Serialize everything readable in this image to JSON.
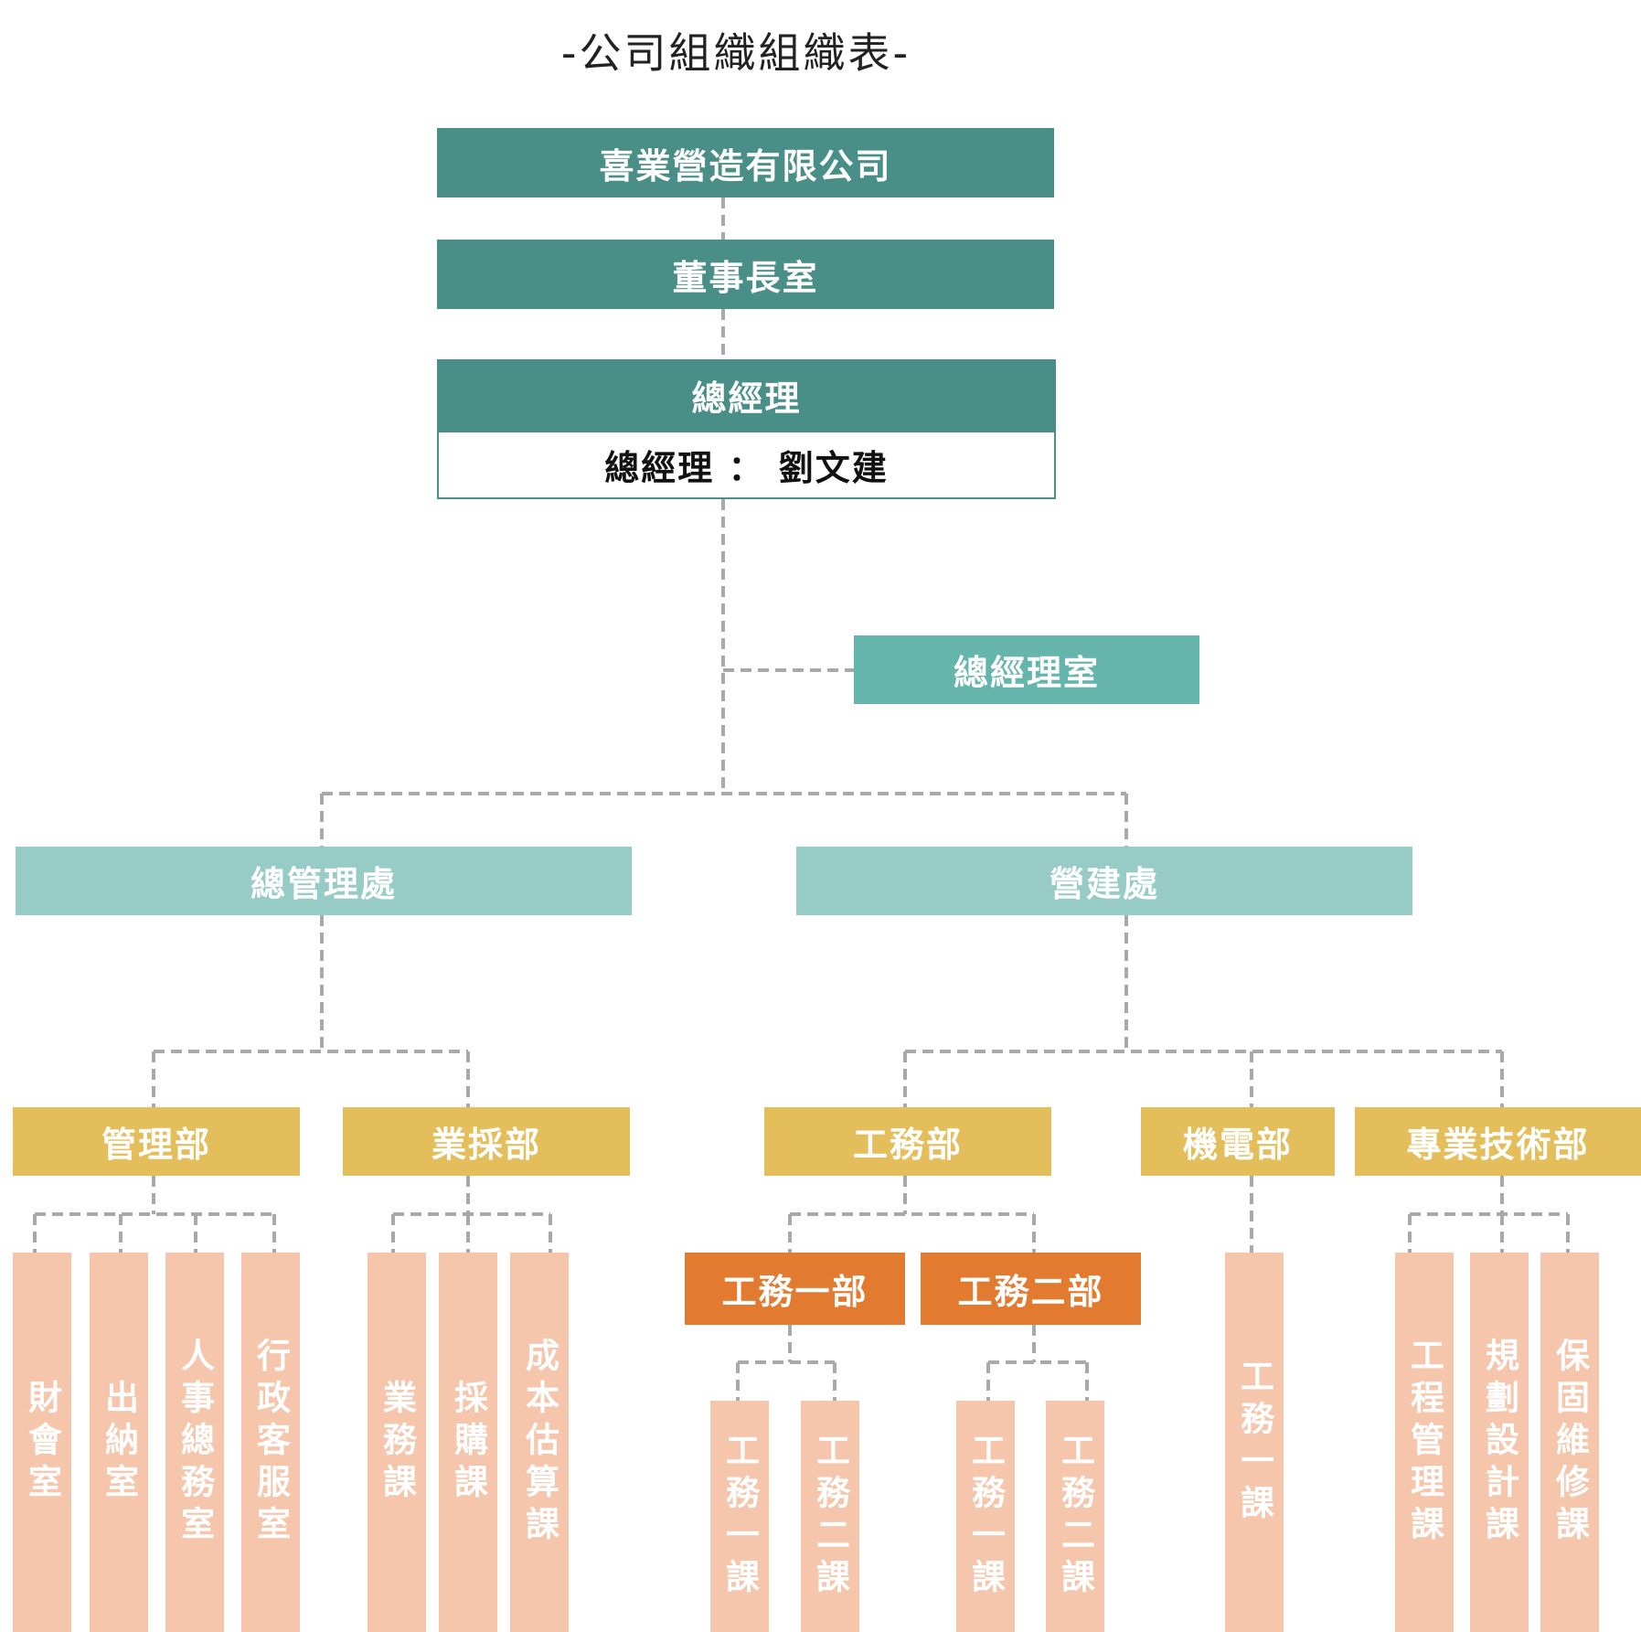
{
  "title": "-公司組織組織表-",
  "company": "喜業營造有限公司",
  "chairman_office": "董事長室",
  "general_manager": {
    "label": "總經理",
    "name_line": "總經理 ： 劉文建"
  },
  "gm_office": "總經理室",
  "divisions": {
    "admin": "總管理處",
    "construction": "營建處"
  },
  "departments": {
    "management": "管理部",
    "purchasing": "業採部",
    "engineering": "工務部",
    "electromechanical": "機電部",
    "technical": "專業技術部"
  },
  "sub_departments": {
    "eng1": "工務一部",
    "eng2": "工務二部"
  },
  "units": {
    "finance": "財會室",
    "cashier": "出納室",
    "hr": "人事總務室",
    "admin_cs": "行政客服室",
    "sales": "業務課",
    "procure": "採購課",
    "cost": "成本估算課",
    "eng1_sec1": "工務一課",
    "eng1_sec2": "工務二課",
    "eng2_sec1": "工務一課",
    "eng2_sec2": "工務二課",
    "me_sec1": "工務一課",
    "pm": "工程管理課",
    "design": "規劃設計課",
    "maint": "保固維修課"
  },
  "colors": {
    "top": "#4a8f87",
    "gm_office": "#66b5ad",
    "division": "#97ccc6",
    "department": "#e3be5a",
    "sub_department": "#e27b30",
    "unit": "#f5c6ab",
    "connector": "#a9a9a9"
  }
}
